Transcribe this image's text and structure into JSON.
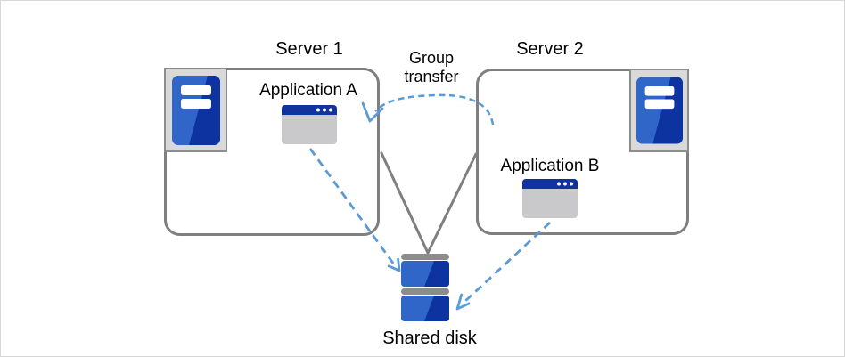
{
  "nodes": {
    "server1": {
      "label": "Server 1"
    },
    "server2": {
      "label": "Server 2"
    },
    "app_a": {
      "label": "Application A"
    },
    "app_b": {
      "label": "Application B"
    },
    "shared_disk": {
      "label": "Shared disk"
    },
    "group_transfer": {
      "label": "Group transfer"
    }
  },
  "connections": {
    "server1_to_disk": "solid gray line from Server 1 box to shared disk",
    "server2_to_disk": "solid gray line from Server 2 box to shared disk",
    "group_transfer_arc": "blue dashed curved arrow from Server 2 to Server 1",
    "app_a_to_disk": "blue dashed arrow from Application A to shared disk",
    "app_b_to_disk": "blue dashed arrow from Application B to shared disk"
  },
  "colors": {
    "background": "#ffffff",
    "canvas_border": "#d6d6d6",
    "box_border": "#7f7f7f",
    "connector_gray": "#7f7f7f",
    "arrow_blue": "#5b9bd5",
    "icon_panel_bg": "#d9d9d9",
    "icon_panel_border": "#8c8c8c",
    "blue_light": "#2f66c8",
    "blue_dark": "#0d33a0",
    "window_titlebar": "#10339e",
    "window_body": "#c9c9cc",
    "disk_cap_gray": "#8c8c8c",
    "text": "#000000"
  }
}
